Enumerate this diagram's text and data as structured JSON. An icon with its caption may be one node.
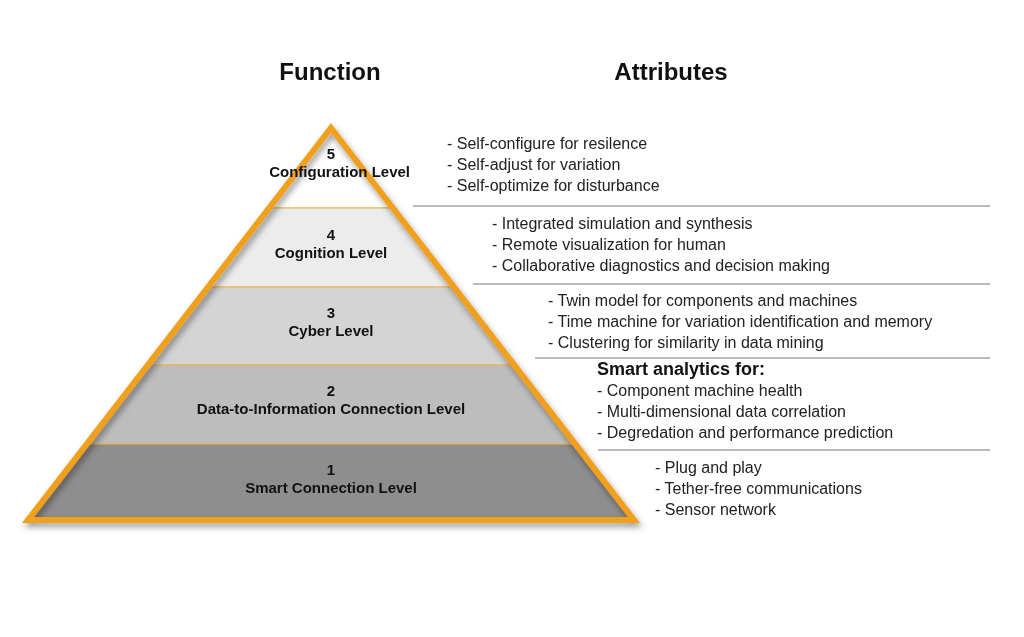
{
  "diagram": {
    "nodes": [
      {
        "text": [
          "5",
          "Configuration Level"
        ],
        "beside": [
          "- Self-configure for resilence",
          "- Self-adjust for variation",
          "- Self-optimize for disturbance"
        ]
      },
      {
        "text": [
          "4",
          "Cognition Level"
        ],
        "beside": [
          "- Integrated simulation and synthesis",
          "- Remote visualization for human",
          "- Collaborative diagnostics and decision making"
        ]
      },
      {
        "text": [
          "3",
          "Cyber Level"
        ],
        "beside": [
          "- Twin model for components and machines",
          "- Time machine for variation identification and memory",
          "- Clustering for similarity in data mining"
        ]
      },
      {
        "text": [
          "2",
          "Data-to-Information Connection Level"
        ],
        "beside": [
          "**Smart analytics for:**",
          "- Component machine health",
          "- Multi-dimensional data correlation",
          "- Degredation and performance prediction"
        ]
      },
      {
        "text": [
          "1",
          "Smart Connection Level"
        ],
        "beside": [
          "- Plug and play",
          "- Tether-free communications",
          "- Sensor network"
        ]
      }
    ],
    "labels": [
      "Function",
      "Attributes"
    ]
  }
}
